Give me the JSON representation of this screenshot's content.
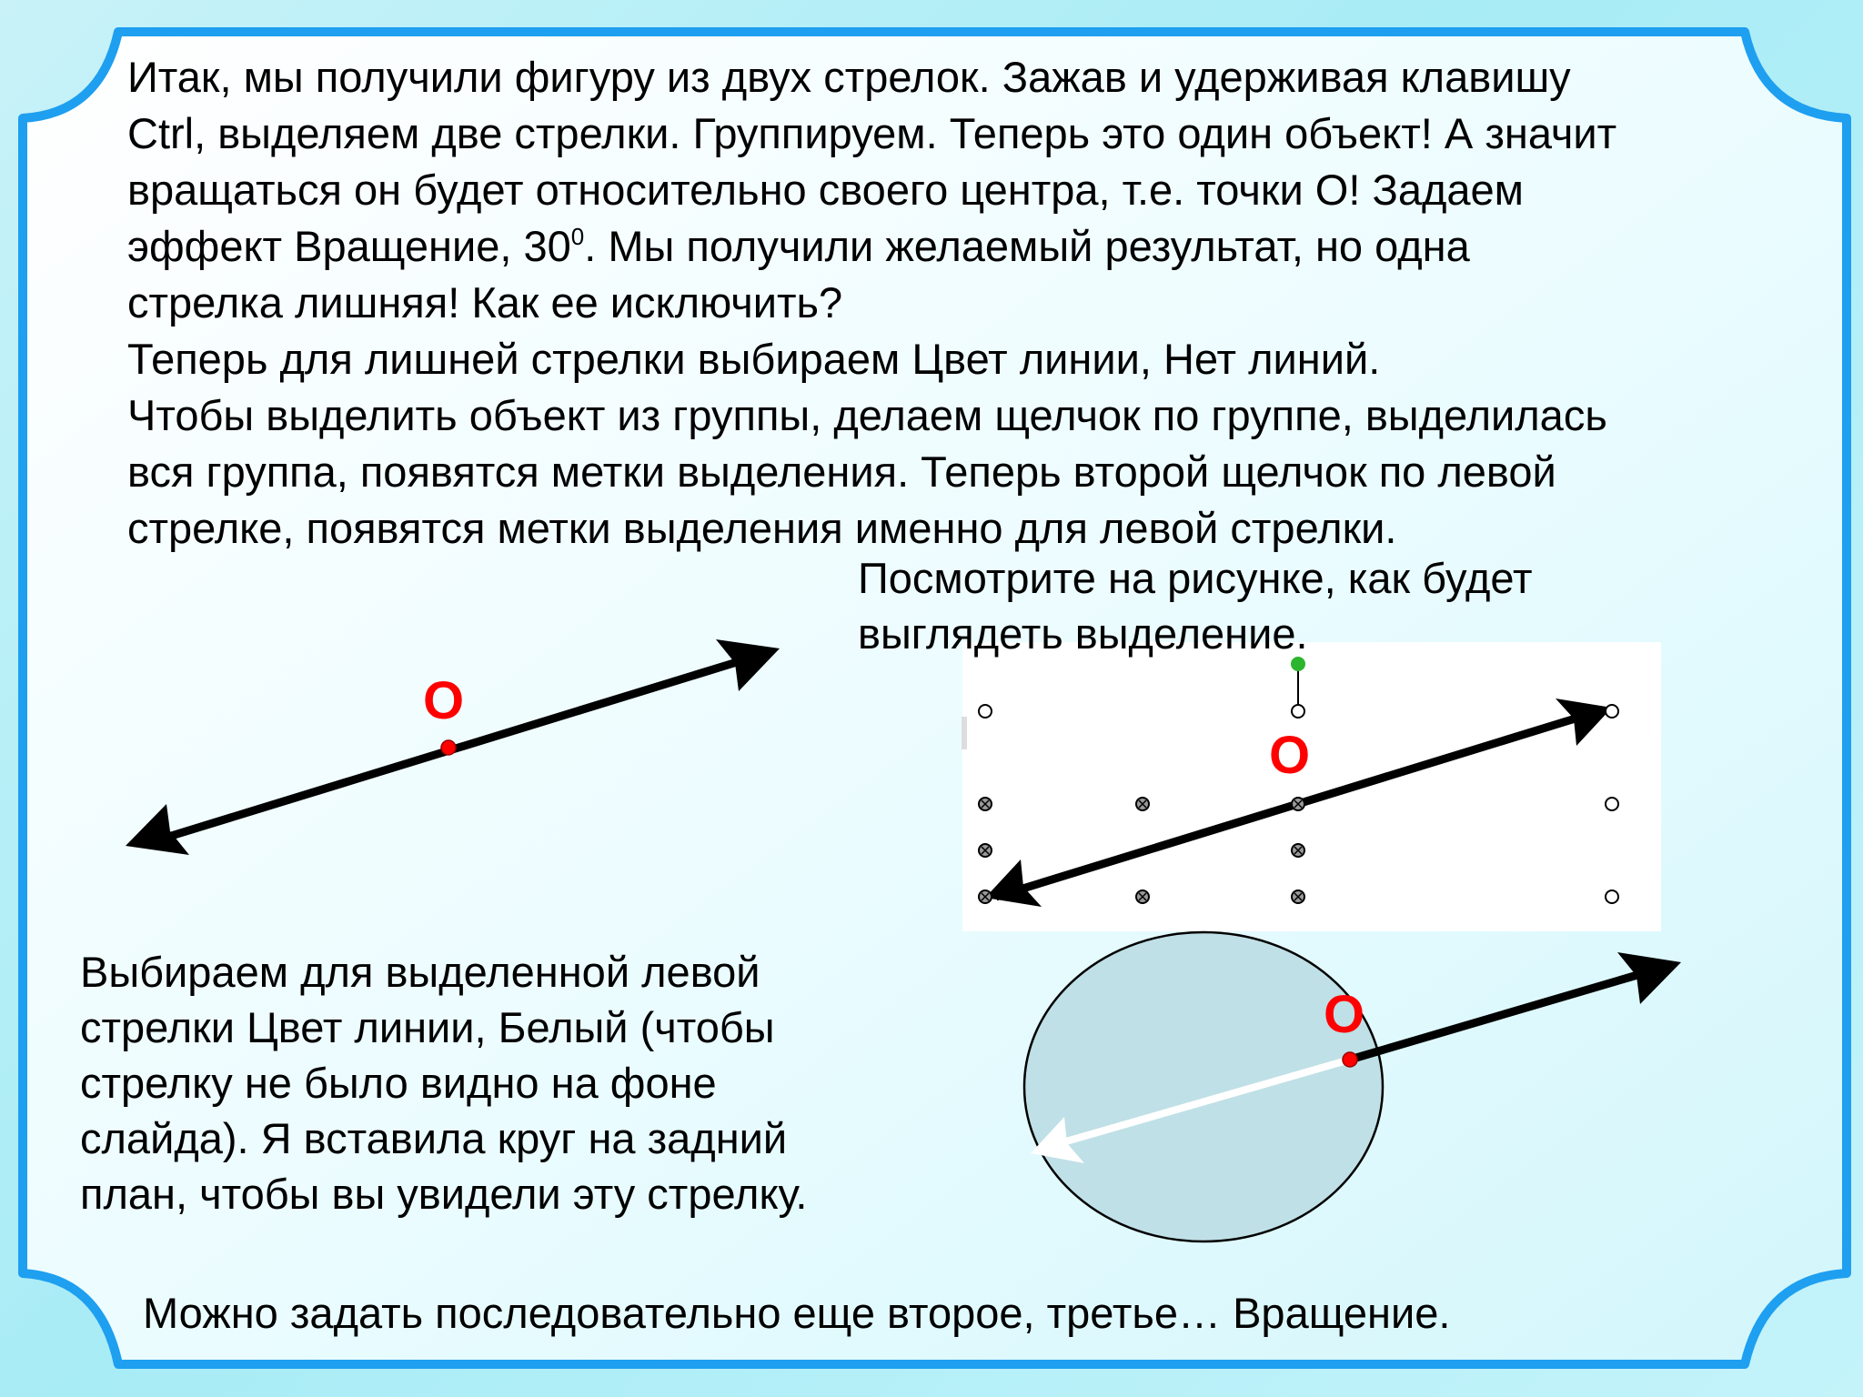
{
  "slide": {
    "intro_lines": [
      "Итак, мы получили фигуру из двух стрелок. Зажав и удерживая клавишу",
      "Ctrl, выделяем две стрелки. Группируем. Теперь это один объект! А значит",
      "вращаться он будет относительно своего центра, т.е. точки О! Задаем",
      "эффект Вращение, 30",
      "стрелка лишняя! Как ее исключить?",
      "Теперь для лишней стрелки выбираем Цвет линии, Нет линий.",
      "Чтобы выделить объект из группы, делаем щелчок по группе, выделилась",
      "вся группа, появятся метки выделения. Теперь второй щелчок по левой",
      "стрелке, появятся метки выделения именно для левой стрелки."
    ],
    "degree_sup": "0",
    "line4_tail": ". Мы получили желаемый результат, но одна",
    "caption_lines": [
      "Посмотрите на рисунке, как будет",
      "выглядеть выделение."
    ],
    "bottom_left_lines": [
      "Выбираем для выделенной левой",
      "стрелки Цвет линии, Белый (чтобы",
      "стрелку не было видно на фоне",
      "слайда). Я вставила круг на задний",
      "план, чтобы вы увидели эту стрелку."
    ],
    "footer": "Можно задать последовательно еще второе, третье… Вращение.",
    "point_label": "О"
  },
  "colors": {
    "frame_blue": "#1e9ff0",
    "panel_white": "#ffffff",
    "arrow_black": "#000000",
    "point_red": "#ff0000",
    "circle_fill": "#bfe0e6",
    "handle_green": "#2db52d"
  }
}
